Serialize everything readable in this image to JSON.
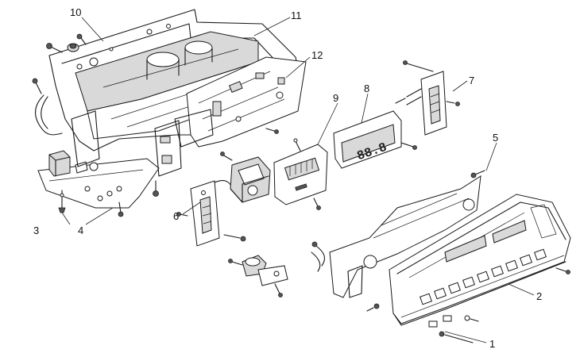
{
  "callouts": [
    {
      "id": "1",
      "text": "1"
    },
    {
      "id": "2",
      "text": "2"
    },
    {
      "id": "3",
      "text": "3"
    },
    {
      "id": "4",
      "text": "4"
    },
    {
      "id": "5",
      "text": "5"
    },
    {
      "id": "6",
      "text": "6"
    },
    {
      "id": "7",
      "text": "7"
    },
    {
      "id": "8",
      "text": "8"
    },
    {
      "id": "9",
      "text": "9"
    },
    {
      "id": "10",
      "text": "10"
    },
    {
      "id": "11",
      "text": "11"
    },
    {
      "id": "12",
      "text": "12"
    }
  ],
  "display_8": {
    "digits": "88.8"
  }
}
